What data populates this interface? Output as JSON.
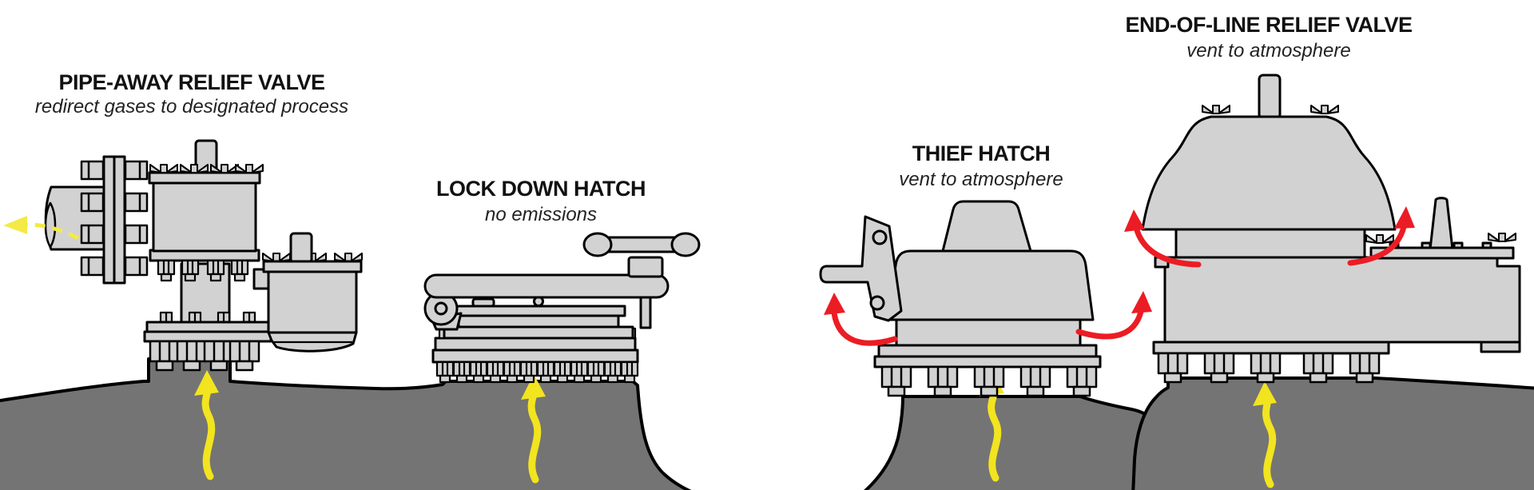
{
  "diagram": {
    "description": "Tank venting equipment comparison diagram",
    "devices": [
      {
        "id": "pipe_away",
        "title": "PIPE-AWAY RELIEF VALVE",
        "subtitle": "redirect gases to designated process"
      },
      {
        "id": "lock_down",
        "title": "LOCK DOWN HATCH",
        "subtitle": "no emissions"
      },
      {
        "id": "thief_hatch",
        "title": "THIEF HATCH",
        "subtitle": "vent to atmosphere"
      },
      {
        "id": "end_of_line",
        "title": "END-OF-LINE RELIEF VALVE",
        "subtitle": "vent to atmosphere"
      }
    ],
    "colors": {
      "equipment_fill": "#d2d2d2",
      "tank_fill": "#747474",
      "outline": "#000000",
      "gas_flow_arrow": "#f2e41f",
      "piped_gas_dashed_arrow": "#f3ea45",
      "vent_to_atmosphere_arrow": "#ec1c24",
      "background": "#ffffff"
    }
  }
}
